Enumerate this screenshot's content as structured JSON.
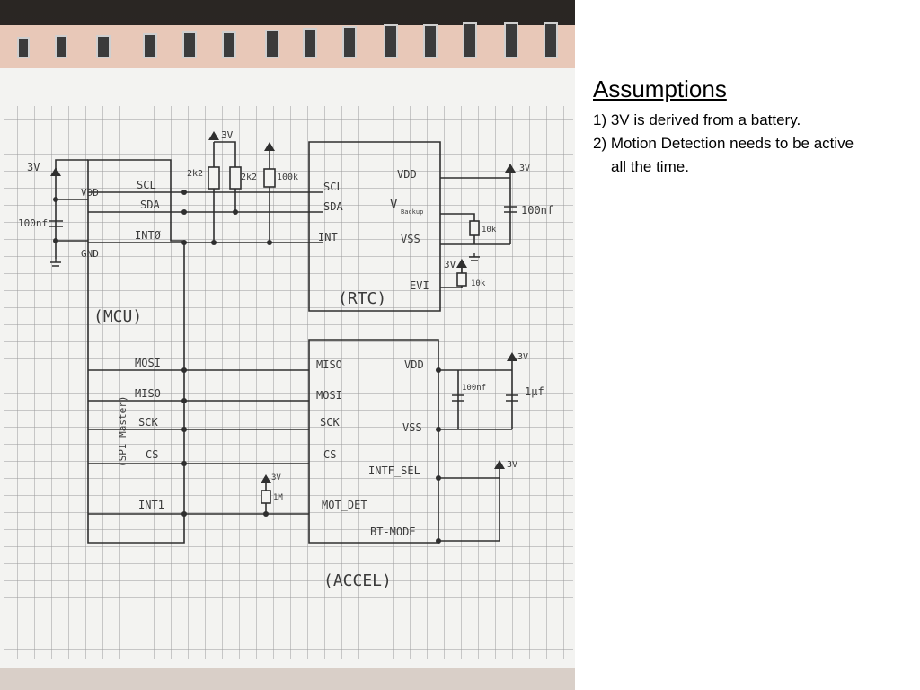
{
  "notes": {
    "title": "Assumptions",
    "items": [
      "1) 3V is derived from a battery.",
      "2) Motion Detection needs to be active",
      "all the time."
    ]
  },
  "schematic": {
    "supply": "3V",
    "mcu": {
      "label": "(MCU)",
      "sublabel": "(SPI Master)",
      "pins": {
        "vdd": "VDD",
        "gnd": "GND",
        "scl": "SCL",
        "sda": "SDA",
        "int0": "INTØ",
        "mosi": "MOSI",
        "miso": "MISO",
        "sck": "SCK",
        "cs": "CS",
        "int1": "INT1"
      }
    },
    "rtc": {
      "label": "(RTC)",
      "pins": {
        "scl": "SCL",
        "sda": "SDA",
        "int": "INT",
        "vdd": "VDD",
        "vbackup": "V",
        "vbackup_sub": "Backup",
        "vss": "VSS",
        "evi": "EVI"
      }
    },
    "accel": {
      "label": "(ACCEL)",
      "pins": {
        "miso": "MISO",
        "mosi": "MOSI",
        "sck": "SCK",
        "cs": "CS",
        "mot_det": "MOT_DET",
        "vdd": "VDD",
        "vss": "VSS",
        "intf_sel": "INTF_SEL",
        "bt_mode": "BT-MODE"
      }
    },
    "components": {
      "c_mcu": "100nf",
      "r_pull1": "2k2",
      "r_pull2": "2k2",
      "r_int": "100k",
      "c_rtc": "100nf",
      "r_rtc": "10k",
      "r_evi": "10k",
      "c_acc1": "100nf",
      "c_acc2": "1μf",
      "r_mot": "1M"
    }
  }
}
